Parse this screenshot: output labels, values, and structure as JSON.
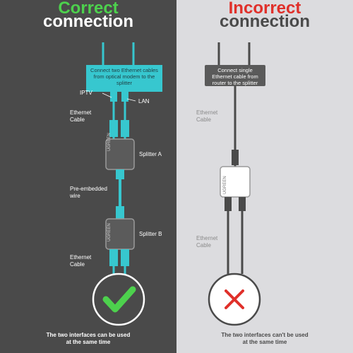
{
  "correct": {
    "title_line1": "Correct",
    "title_line2": "connection",
    "callout": "Connect two Ethernet cables from optical modem to the splitter",
    "label_iptv": "IPTV",
    "label_lan": "LAN",
    "label_ethernet_top": "Ethernet\nCable",
    "label_splitter_a": "Splitter A",
    "label_pre_embedded": "Pre-embedded\nwire",
    "label_splitter_b": "Splitter B",
    "label_ethernet_bottom": "Ethernet\nCable",
    "brand_a": "UGREEN",
    "brand_b": "UGREEN",
    "footer": "The two interfaces can be used\nat the same time"
  },
  "incorrect": {
    "title_line1": "Incorrect",
    "title_line2": "connection",
    "callout": "Connect single Ethernet cable from router to the splitter",
    "label_ethernet_top": "Ethernet\nCable",
    "label_ethernet_bottom": "Ethernet\nCable",
    "brand": "UGREEN",
    "footer": "The two interfaces can't be used\nat the same time"
  },
  "colors": {
    "left_bg": "#4a4a4a",
    "right_bg": "#dcdcdf",
    "cyan": "#37c7cf",
    "green": "#4dd14d",
    "red": "#e0302a",
    "icons": [
      "check-icon",
      "cross-icon"
    ]
  }
}
